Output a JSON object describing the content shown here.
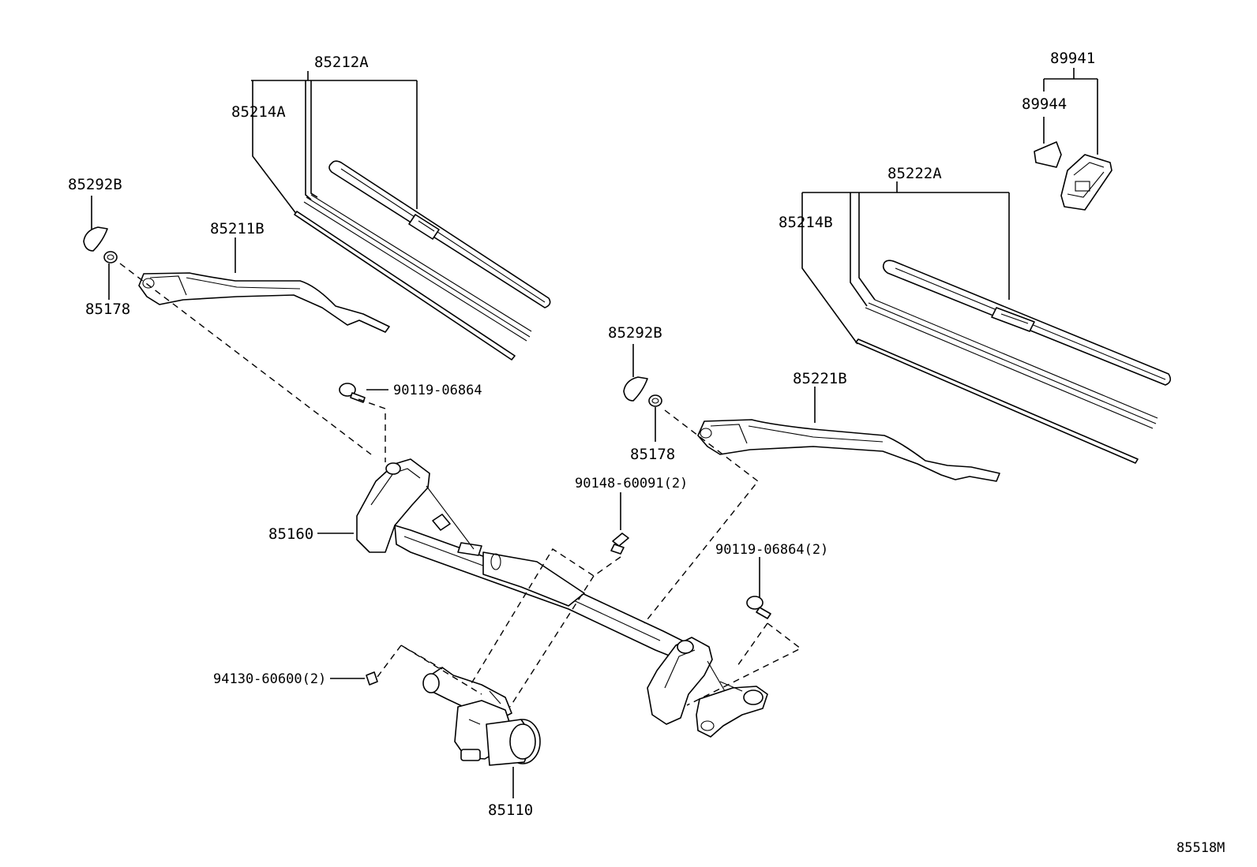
{
  "diagram_code": "85518M",
  "labels": {
    "p85212A": "85212A",
    "p85214A": "85214A",
    "p85292B_left": "85292B",
    "p85211B": "85211B",
    "p85178_left": "85178",
    "p89941": "89941",
    "p89944": "89944",
    "p85222A": "85222A",
    "p85214B": "85214B",
    "p85292B_right": "85292B",
    "p85221B": "85221B",
    "p85178_right": "85178",
    "p90119_top": "90119-06864",
    "p90148": "90148-60091(2)",
    "p85160": "85160",
    "p90119_right": "90119-06864(2)",
    "p94130": "94130-60600(2)",
    "p85110": "85110"
  }
}
